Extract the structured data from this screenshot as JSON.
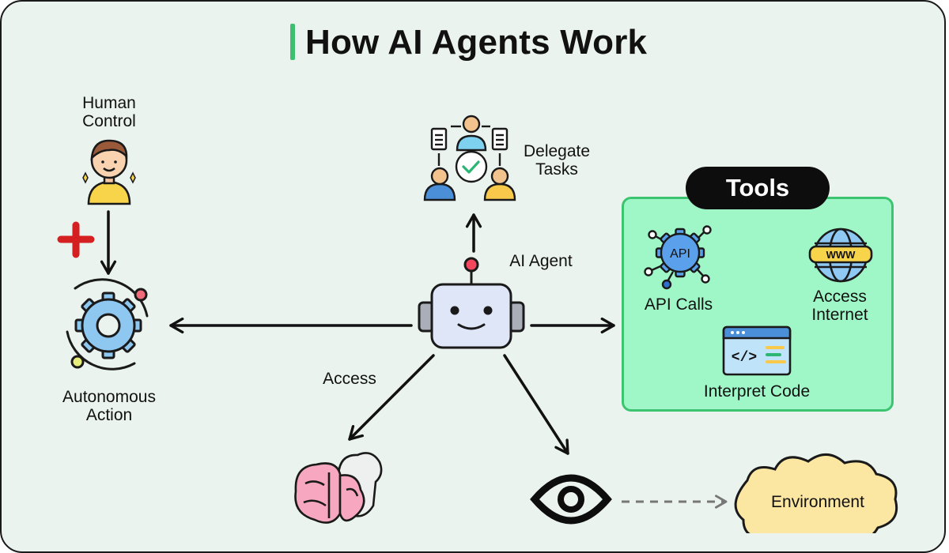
{
  "title": "How AI Agents Work",
  "nodes": {
    "human_control": "Human\nControl",
    "autonomous_action": "Autonomous\nAction",
    "delegate_tasks": "Delegate\nTasks",
    "ai_agent": "AI Agent",
    "access": "Access",
    "environment": "Environment"
  },
  "tools": {
    "heading": "Tools",
    "api_calls": "API Calls",
    "api_icon_text": "API",
    "access_internet": "Access\nInternet",
    "www_text": "WWW",
    "interpret_code": "Interpret Code",
    "code_icon_text": "</>"
  },
  "colors": {
    "accent_green": "#3dbf72",
    "tools_fill": "#9ff7c8",
    "plus_red": "#d42020",
    "cloud_fill": "#fbe7a1",
    "brain_pink": "#f7a8c0"
  },
  "icons": [
    "human-avatar-icon",
    "plus-icon",
    "gear-icon",
    "delegate-tasks-icon",
    "robot-icon",
    "brain-icon",
    "eye-icon",
    "cloud-icon",
    "api-gear-icon",
    "globe-icon",
    "code-window-icon"
  ]
}
